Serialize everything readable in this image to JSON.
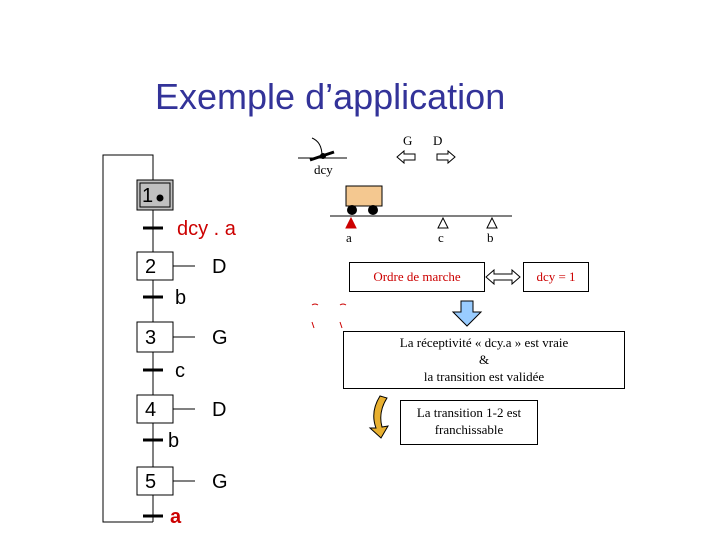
{
  "title": "Exemple d’application",
  "grafcet": {
    "steps": [
      {
        "num": "1",
        "action": ""
      },
      {
        "num": "2",
        "action": "D"
      },
      {
        "num": "3",
        "action": "G"
      },
      {
        "num": "4",
        "action": "D"
      },
      {
        "num": "5",
        "action": "G"
      }
    ],
    "transitions": [
      {
        "receptivity": "dcy . a"
      },
      {
        "receptivity": "b"
      },
      {
        "receptivity": "c"
      },
      {
        "receptivity": "b"
      },
      {
        "receptivity": "a"
      }
    ]
  },
  "system": {
    "direction_g": "G",
    "direction_d": "D",
    "switch_label": "dcy",
    "sensor_a": "a",
    "sensor_c": "c",
    "sensor_b": "b"
  },
  "notes": {
    "order_label": "Ordre de marche",
    "dcy_value": "dcy = 1",
    "receptivity_line1": "La réceptivité « dcy.a » est vraie",
    "receptivity_line2": "&",
    "receptivity_line3": "la transition est validée",
    "crossable_line1": "La transition 1-2 est",
    "crossable_line2": "franchissable"
  },
  "colors": {
    "title": "#333399",
    "active_step_fill": "#c0c0c0",
    "cart": "#f4c890",
    "sensor_active": "#cc0000",
    "receptivity_red": "#cc0000",
    "arrow_fill": "#99ccff",
    "curved_arrow": "#e8b030"
  }
}
